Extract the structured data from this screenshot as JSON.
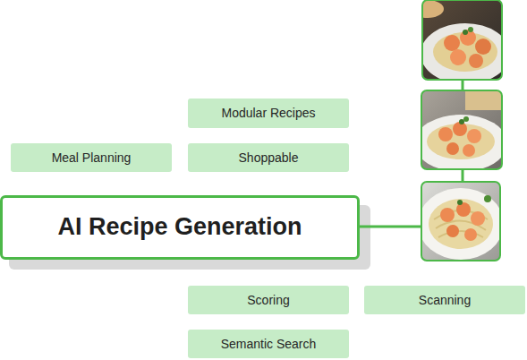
{
  "diagram": {
    "nodes": [
      {
        "text": [
          "Modular Recipes"
        ]
      },
      {
        "text": [
          "Meal Planning"
        ]
      },
      {
        "text": [
          "Shoppable"
        ]
      },
      {
        "text": [
          "AI Recipe Generation"
        ]
      },
      {
        "text": [
          "Scoring"
        ]
      },
      {
        "text": [
          "Scanning"
        ]
      },
      {
        "text": [
          "Semantic Search"
        ]
      }
    ]
  }
}
